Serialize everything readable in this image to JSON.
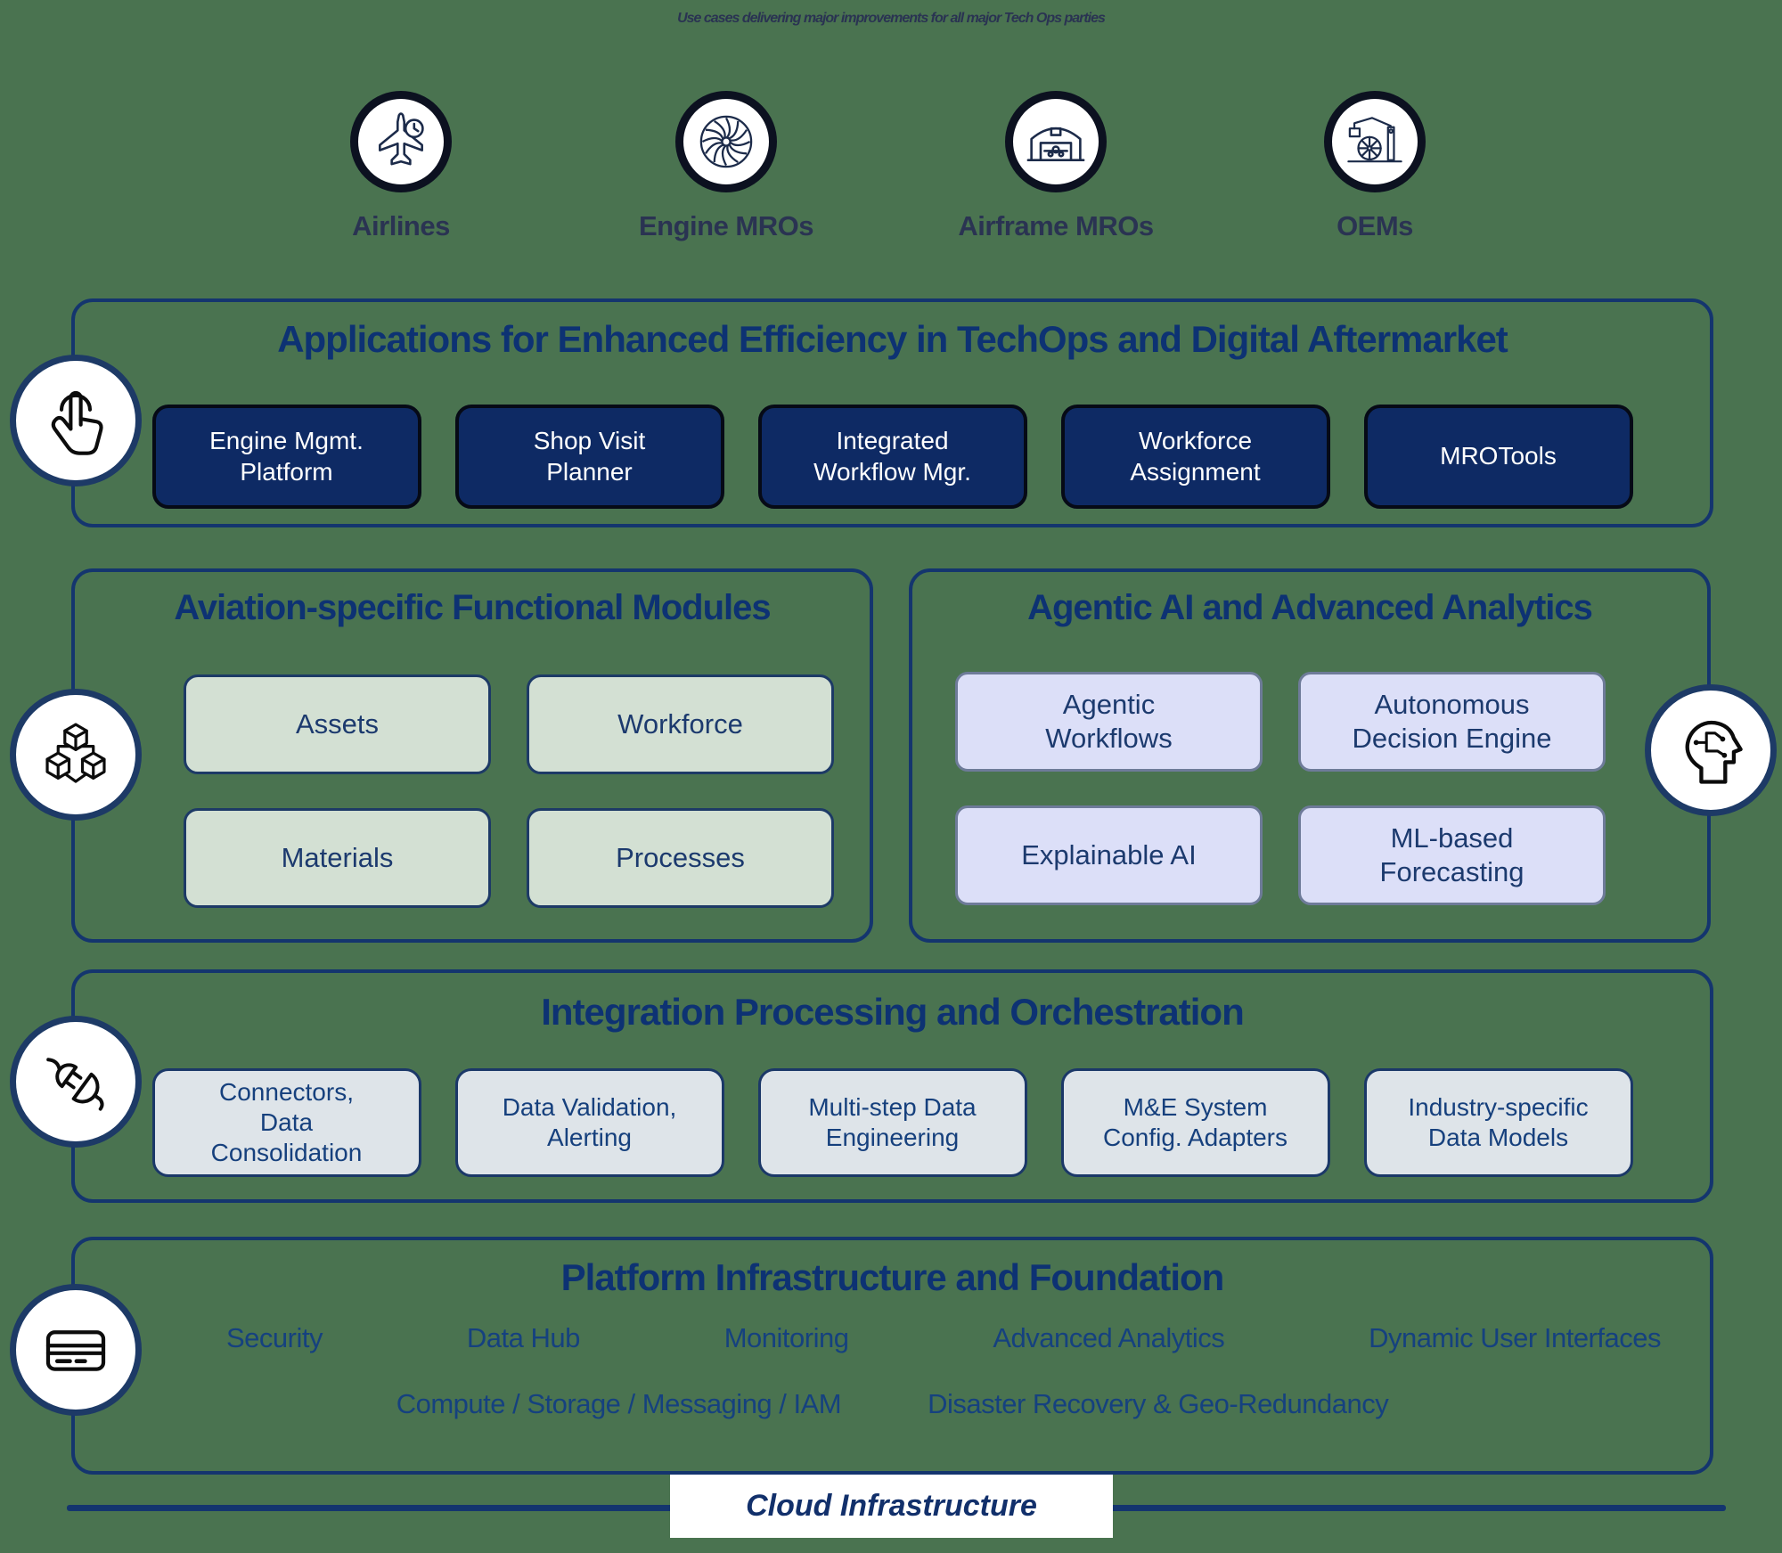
{
  "title": "Use cases delivering major improvements for all major Tech Ops parties",
  "parties": [
    {
      "label": "Airlines",
      "icon": "airplane-clock-icon"
    },
    {
      "label": "Engine MROs",
      "icon": "turbine-fan-icon"
    },
    {
      "label": "Airframe MROs",
      "icon": "hangar-aircraft-icon"
    },
    {
      "label": "OEMs",
      "icon": "assembly-robot-icon"
    }
  ],
  "layers": {
    "applications": {
      "title": "Applications for Enhanced Efficiency in TechOps and Digital Aftermarket",
      "side_icon": "touch-click-icon",
      "items": [
        "Engine Mgmt. Platform",
        "Shop Visit Planner",
        "Integrated Workflow Mgr.",
        "Workforce Assignment",
        "MROTools"
      ]
    },
    "functional_modules": {
      "title": "Aviation-specific Functional Modules",
      "side_icon": "cubes-icon",
      "items": [
        "Assets",
        "Workforce",
        "Materials",
        "Processes"
      ]
    },
    "agentic_ai": {
      "title": "Agentic AI and Advanced Analytics",
      "side_icon": "ai-head-icon",
      "items": [
        "Agentic Workflows",
        "Autonomous Decision Engine",
        "Explainable AI",
        "ML-based Forecasting"
      ]
    },
    "integration": {
      "title": "Integration Processing and Orchestration",
      "side_icon": "plug-icon",
      "items": [
        "Connectors, Data Consolidation",
        "Data Validation, Alerting",
        "Multi-step Data Engineering",
        "M&E System Config. Adapters",
        "Industry-specific Data Models"
      ]
    },
    "platform": {
      "title": "Platform Infrastructure and Foundation",
      "side_icon": "server-icon",
      "row1": [
        "Security",
        "Data Hub",
        "Monitoring",
        "Advanced Analytics",
        "Dynamic User Interfaces"
      ],
      "row2": [
        "Compute / Storage / Messaging / IAM",
        "Disaster Recovery & Geo-Redundancy"
      ]
    }
  },
  "footer": {
    "label": "Cloud Infrastructure"
  },
  "colors": {
    "background": "#4a7350",
    "box_border": "#14356e",
    "header_text": "#0d3273",
    "title_text": "#2a3352",
    "dark_button_bg": "#0e2a64",
    "dark_button_text": "#ffffff",
    "module_button_bg": "#d3e0d3",
    "agentic_button_bg": "#dcdff8",
    "integration_button_bg": "#dee4e9",
    "light_button_text": "#1c3a6e",
    "platform_text": "#15417f",
    "footer_bg": "#ffffff",
    "line": "#14356e"
  }
}
